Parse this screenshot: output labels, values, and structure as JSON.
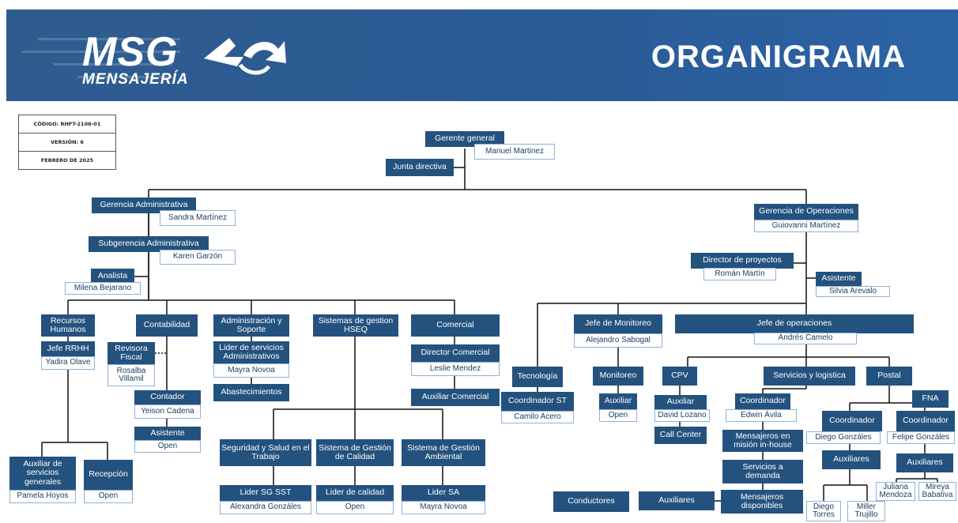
{
  "header": {
    "logo_text": "MSG",
    "logo_subtext": "MENSAJERÍA",
    "title": "ORGANIGRAMA"
  },
  "meta": {
    "code": "CÓDIGO: RHFT-2106-01",
    "version": "VERSIÓN: 6",
    "date": "FEBRERO DE 2025"
  },
  "nodes": {
    "gerente_general": "Gerente general",
    "gerente_general_name": "Manuel Martinez",
    "junta_directiva": "Junta directiva",
    "gerencia_administrativa": "Gerencia Administrativa",
    "gerencia_administrativa_name": "Sandra Martínez",
    "subgerencia_administrativa": "Subgerencia Administrativa",
    "subgerencia_administrativa_name": "Karen Garzón",
    "analista": "Analista",
    "analista_name": "Milena Bejarano",
    "recursos_humanos": "Recursos Humanos",
    "jefe_rrhh": "Jefe RRHH",
    "jefe_rrhh_name": "Yadira Olave",
    "auxiliar_servicios_generales": "Auxiliar de servicios generales",
    "auxiliar_servicios_generales_name": "Pamela Hoyos",
    "recepcion": "Recepción",
    "recepcion_name": "Open",
    "contabilidad": "Contabilidad",
    "revisora_fiscal": "Revisora Fiscal",
    "revisora_fiscal_name": "Rosalba Villamil",
    "contador": "Contador",
    "contador_name": "Yeison Cadena",
    "asistente_contable": "Asistente",
    "asistente_contable_name": "Open",
    "administracion_soporte": "Administración y Soporte",
    "lider_servicios_administrativos": "Lider de servicios Administrativos",
    "lider_servicios_administrativos_name": "Mayra Novoa",
    "abastecimientos": "Abastecimientos",
    "sistemas_gestion_hseq": "Sistemas de gestion HSEQ",
    "seguridad_salud_trabajo": "Seguridad y Salud en el Trabajo",
    "lider_sg_sst": "Lider SG SST",
    "lider_sg_sst_name": "Alexandra Gonzáles",
    "sistema_gestion_calidad": "Sistema de Gestión de Calidad",
    "lider_calidad": "Lider de calidad",
    "lider_calidad_name": "Open",
    "sistema_gestion_ambiental": "Sistema de Gestión Ambiental",
    "lider_sa": "Lider SA",
    "lider_sa_name": "Mayra Novoa",
    "comercial": "Comercial",
    "director_comercial": "Director Comercial",
    "director_comercial_name": "Leslie Mendez",
    "auxiliar_comercial": "Auxiliar Comercial",
    "gerencia_operaciones": "Gerencia de Operaciones",
    "gerencia_operaciones_name": "Guiovanni Martínez",
    "director_proyectos": "Director de proyectos",
    "director_proyectos_name": "Román Martín",
    "asistente_operaciones": "Asistente",
    "asistente_operaciones_name": "Silvia Arevalo",
    "jefe_monitoreo": "Jefe de Monitoreo",
    "jefe_monitoreo_name": "Alejandro Sabogal",
    "jefe_operaciones": "Jefe de operaciones",
    "jefe_operaciones_name": "Andrés Camelo",
    "tecnologia": "Tecnología",
    "coordinador_st": "Coordinador ST",
    "coordinador_st_name": "Camilo Acero",
    "monitoreo": "Monitoreo",
    "auxiliar_monitoreo": "Auxiliar",
    "auxiliar_monitoreo_name": "Open",
    "cpv": "CPV",
    "auxiliar_cpv": "Auxiliar",
    "auxiliar_cpv_name": "David Lozano",
    "call_center": "Call Center",
    "servicios_logistica": "Servicios y logistica",
    "coordinador_logistica": "Coordinador",
    "coordinador_logistica_name": "Edwin Ávila",
    "mensajeros_in_house": "Mensajeros en misión in-house",
    "servicios_demanda": "Servicios a demanda",
    "mensajeros_disponibles": "Mensajeros disponibles",
    "auxiliares_logistica": "Auxiliares",
    "conductores": "Conductores",
    "postal": "Postal",
    "fna": "FNA",
    "coordinador_postal": "Coordinador",
    "coordinador_postal_name": "Diego Gonzáles",
    "coordinador_fna": "Coordinador",
    "coordinador_fna_name": "Felipe Gonzáles",
    "auxiliares_postal": "Auxiliares",
    "auxiliares_fna": "Auxiliares",
    "aux_postal_1": "Diego Torres",
    "aux_postal_2": "Miller Trujillo",
    "aux_fna_1": "Juliana Mendoza",
    "aux_fna_2": "Mireya Babativa"
  },
  "colors": {
    "box_dark": "#24527e",
    "name_border": "#8fb2d6",
    "banner": "#2b5b94"
  },
  "icons": {
    "logo_mark": "swoosh-arrows-icon"
  }
}
